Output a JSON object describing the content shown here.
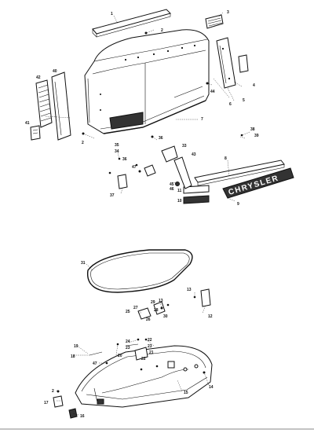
{
  "callouts": {
    "c1": "1",
    "c2": "2",
    "c3": "3",
    "c4": "4",
    "c5": "5",
    "c6": "6",
    "c7": "7",
    "c8": "8",
    "c9": "9",
    "c10": "10",
    "c11": "11",
    "c12": "12",
    "c13": "13",
    "c14": "14",
    "c15": "15",
    "c16": "16",
    "c17": "17",
    "c18": "18",
    "c19": "19",
    "c20": "20",
    "c21": "21",
    "c22": "22",
    "c23": "23",
    "c24": "24",
    "c25": "25",
    "c26": "26",
    "c27": "27",
    "c28": "28",
    "c29": "29",
    "c30": "30",
    "c31": "31",
    "c33": "33",
    "c34": "34",
    "c35": "35",
    "c36": "36",
    "c37": "37",
    "c38": "38",
    "c39": "39",
    "c40": "40",
    "c41": "41",
    "c42": "42",
    "c43": "43",
    "c44": "44",
    "c45": "45",
    "c46": "46",
    "c47": "47",
    "c2b": "2",
    "c13b": "13",
    "c22b": "22",
    "c23b": "23",
    "c36b": "36"
  },
  "decal_text": "CHRYSLER"
}
